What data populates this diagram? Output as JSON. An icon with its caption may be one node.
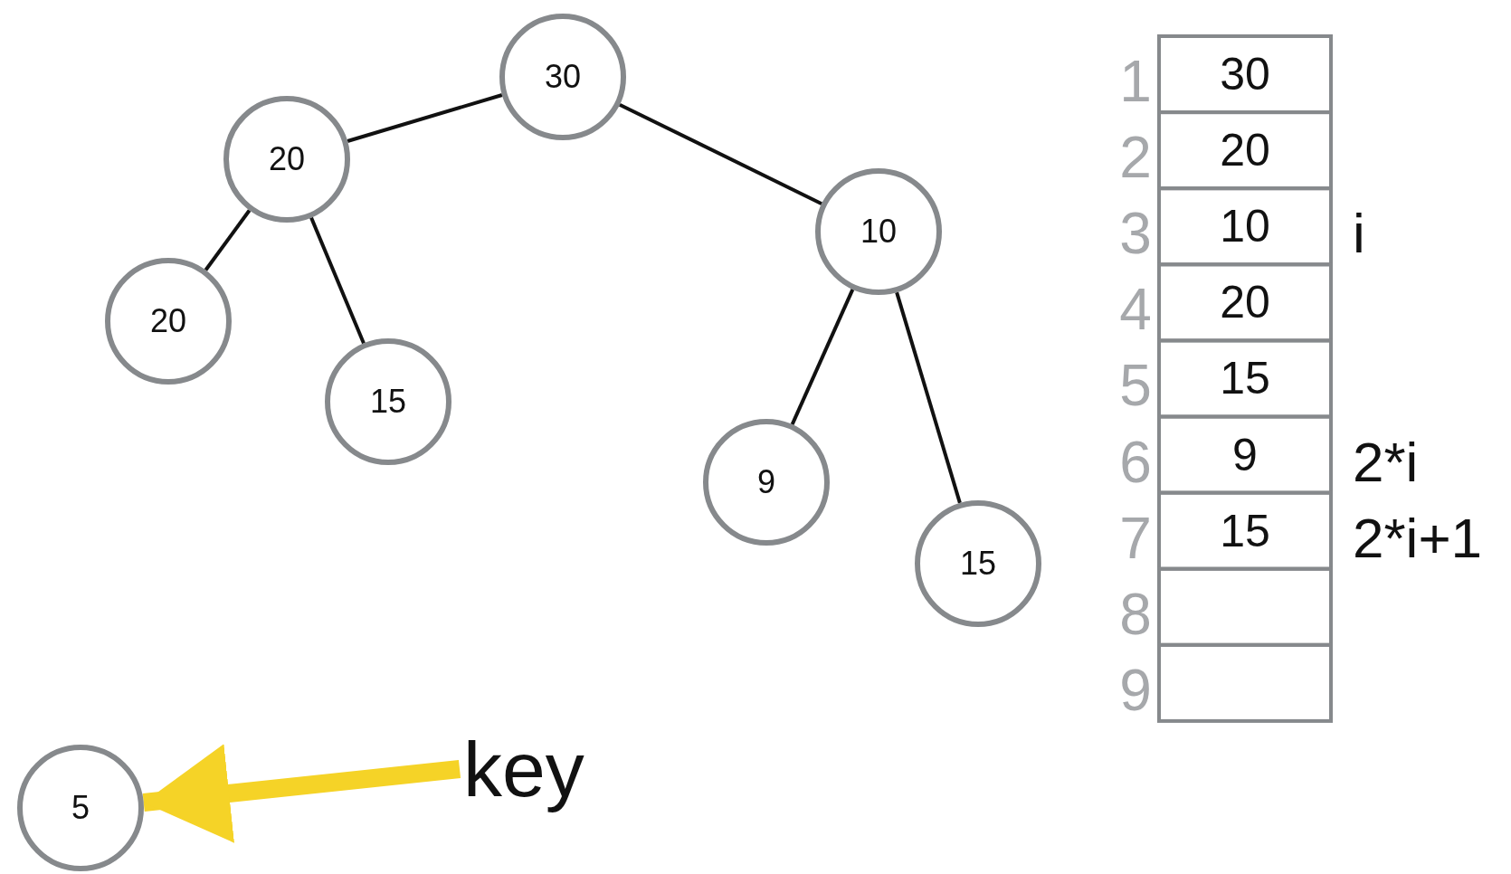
{
  "diagram": {
    "nodes": [
      {
        "text": [
          "30"
        ]
      },
      {
        "text": [
          "20"
        ]
      },
      {
        "text": [
          "10"
        ]
      },
      {
        "text": [
          "20"
        ]
      },
      {
        "text": [
          "15"
        ]
      },
      {
        "text": [
          "9"
        ]
      },
      {
        "text": [
          "15"
        ]
      },
      {
        "text": [
          "5"
        ]
      },
      {
        "text": [
          "key"
        ]
      }
    ],
    "edges": [
      {
        "from": 0,
        "to": 1,
        "arrow": "none"
      },
      {
        "from": 0,
        "to": 2,
        "arrow": "none"
      },
      {
        "from": 1,
        "to": 3,
        "arrow": "none"
      },
      {
        "from": 1,
        "to": 4,
        "arrow": "none"
      },
      {
        "from": 2,
        "to": 5,
        "arrow": "none"
      },
      {
        "from": 2,
        "to": 6,
        "arrow": "none"
      },
      {
        "from": 8,
        "to": 7,
        "arrow": "to",
        "style": "thick",
        "color": "#f5d327"
      }
    ],
    "labels": [
      "1",
      "30",
      "2",
      "20",
      "3",
      "10",
      "i",
      "4",
      "20",
      "5",
      "15",
      "6",
      "9",
      "2*i",
      "7",
      "15",
      "2*i+1",
      "8",
      "9"
    ]
  }
}
